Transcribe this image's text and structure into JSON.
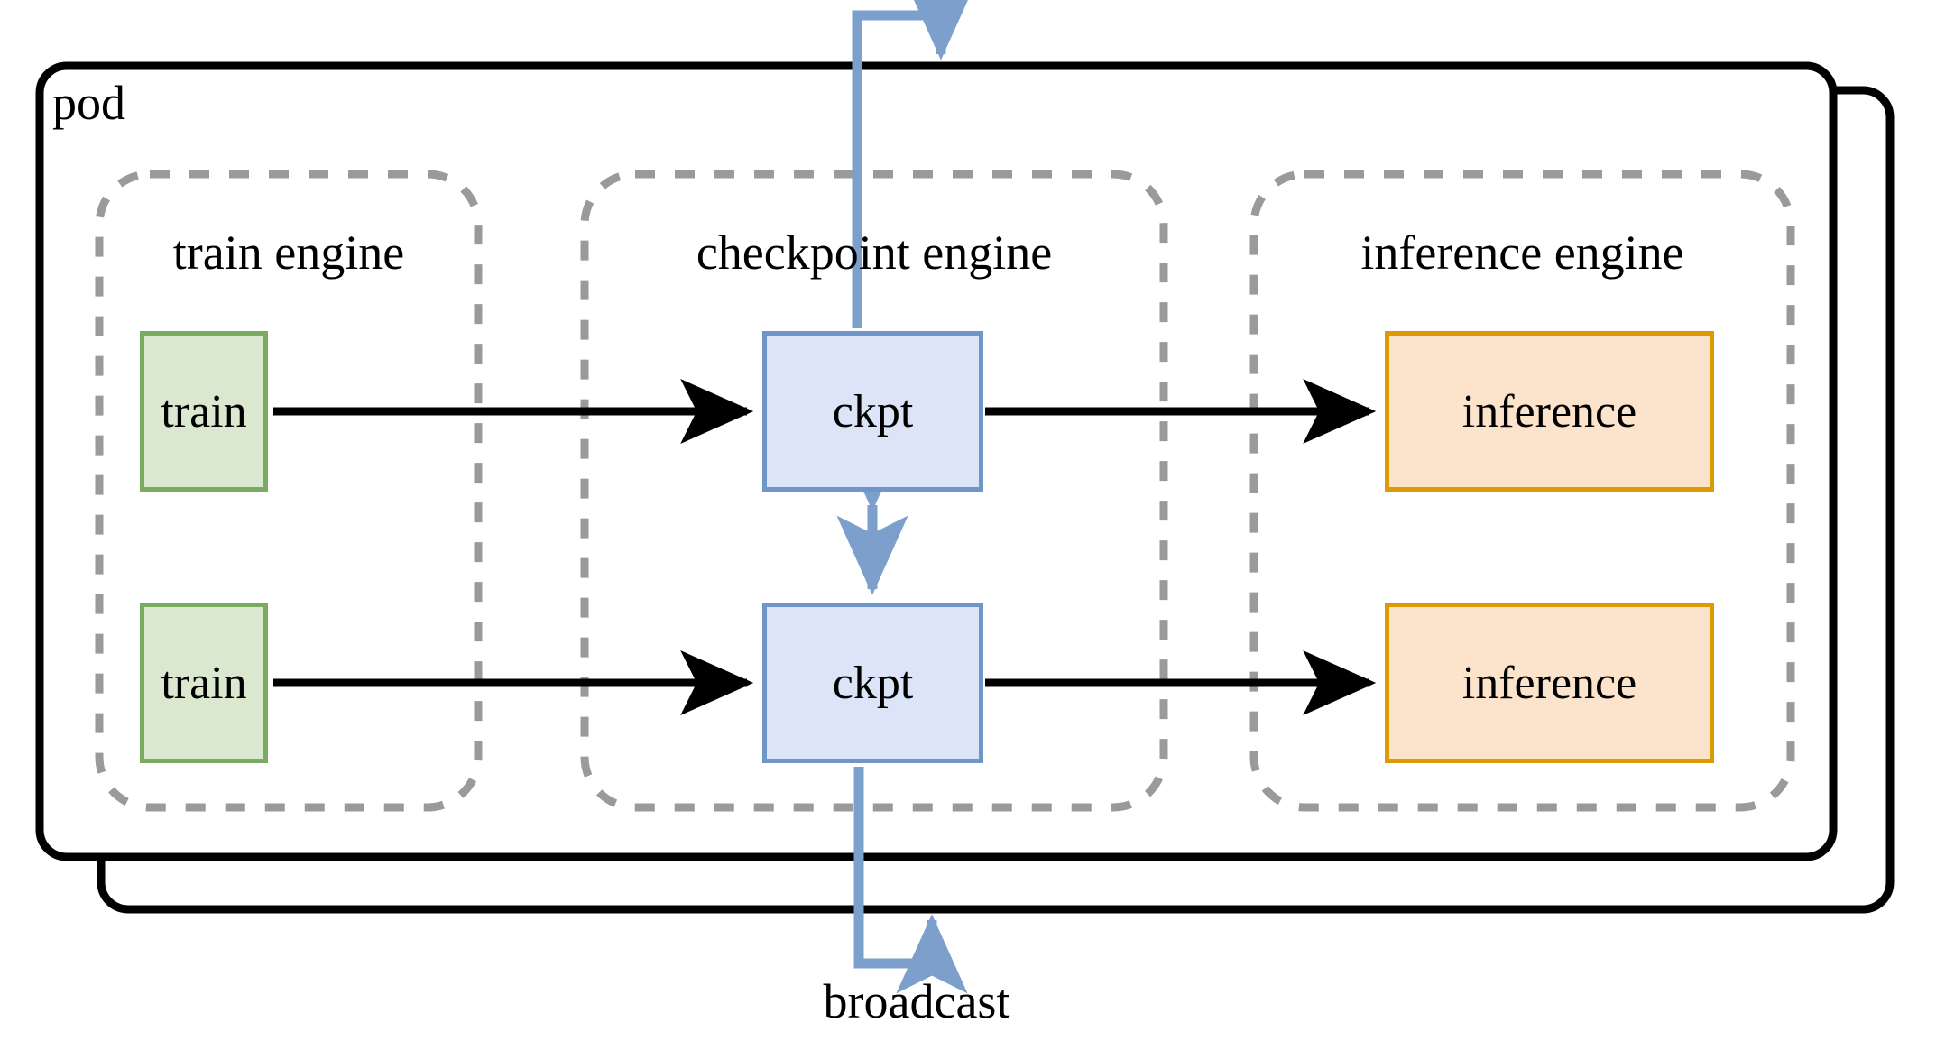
{
  "diagram": {
    "title": "pod",
    "pod": {
      "label": "pod"
    },
    "groups": [
      {
        "id": "train-engine",
        "label": "train engine"
      },
      {
        "id": "checkpoint-engine",
        "label": "checkpoint engine"
      },
      {
        "id": "inference-engine",
        "label": "inference engine"
      }
    ],
    "nodes": [
      {
        "id": "train-1",
        "label": "train",
        "group": "train-engine",
        "row": 1,
        "kind": "train"
      },
      {
        "id": "train-2",
        "label": "train",
        "group": "train-engine",
        "row": 2,
        "kind": "train"
      },
      {
        "id": "ckpt-1",
        "label": "ckpt",
        "group": "checkpoint-engine",
        "row": 1,
        "kind": "ckpt"
      },
      {
        "id": "ckpt-2",
        "label": "ckpt",
        "group": "checkpoint-engine",
        "row": 2,
        "kind": "ckpt"
      },
      {
        "id": "inference-1",
        "label": "inference",
        "group": "inference-engine",
        "row": 1,
        "kind": "inference"
      },
      {
        "id": "inference-2",
        "label": "inference",
        "group": "inference-engine",
        "row": 2,
        "kind": "inference"
      }
    ],
    "edges": [
      {
        "from": "train-1",
        "to": "ckpt-1",
        "style": "solid-black",
        "direction": "forward"
      },
      {
        "from": "train-2",
        "to": "ckpt-2",
        "style": "solid-black",
        "direction": "forward"
      },
      {
        "from": "ckpt-1",
        "to": "inference-1",
        "style": "solid-black",
        "direction": "forward"
      },
      {
        "from": "ckpt-2",
        "to": "inference-2",
        "style": "solid-black",
        "direction": "forward"
      },
      {
        "from": "ckpt-1",
        "to": "ckpt-2",
        "style": "solid-blue",
        "direction": "both"
      },
      {
        "from": "ckpt-1",
        "to": "pod-top",
        "style": "solid-blue",
        "direction": "forward",
        "label": "broadcast"
      },
      {
        "from": "ckpt-2",
        "to": "pod-bottom",
        "style": "solid-blue",
        "direction": "forward",
        "label": "broadcast"
      }
    ],
    "broadcast_label": "broadcast",
    "colors": {
      "train_fill": "#d9e8cf",
      "train_border": "#7aab63",
      "ckpt_fill": "#dbe5f7",
      "ckpt_border": "#6f96c8",
      "inference_fill": "#fce4cc",
      "inference_border": "#dd9a02",
      "pod_border": "#000000",
      "group_border": "#9a9a9a",
      "arrow_black": "#000000",
      "arrow_blue": "#7d9fcb"
    }
  }
}
